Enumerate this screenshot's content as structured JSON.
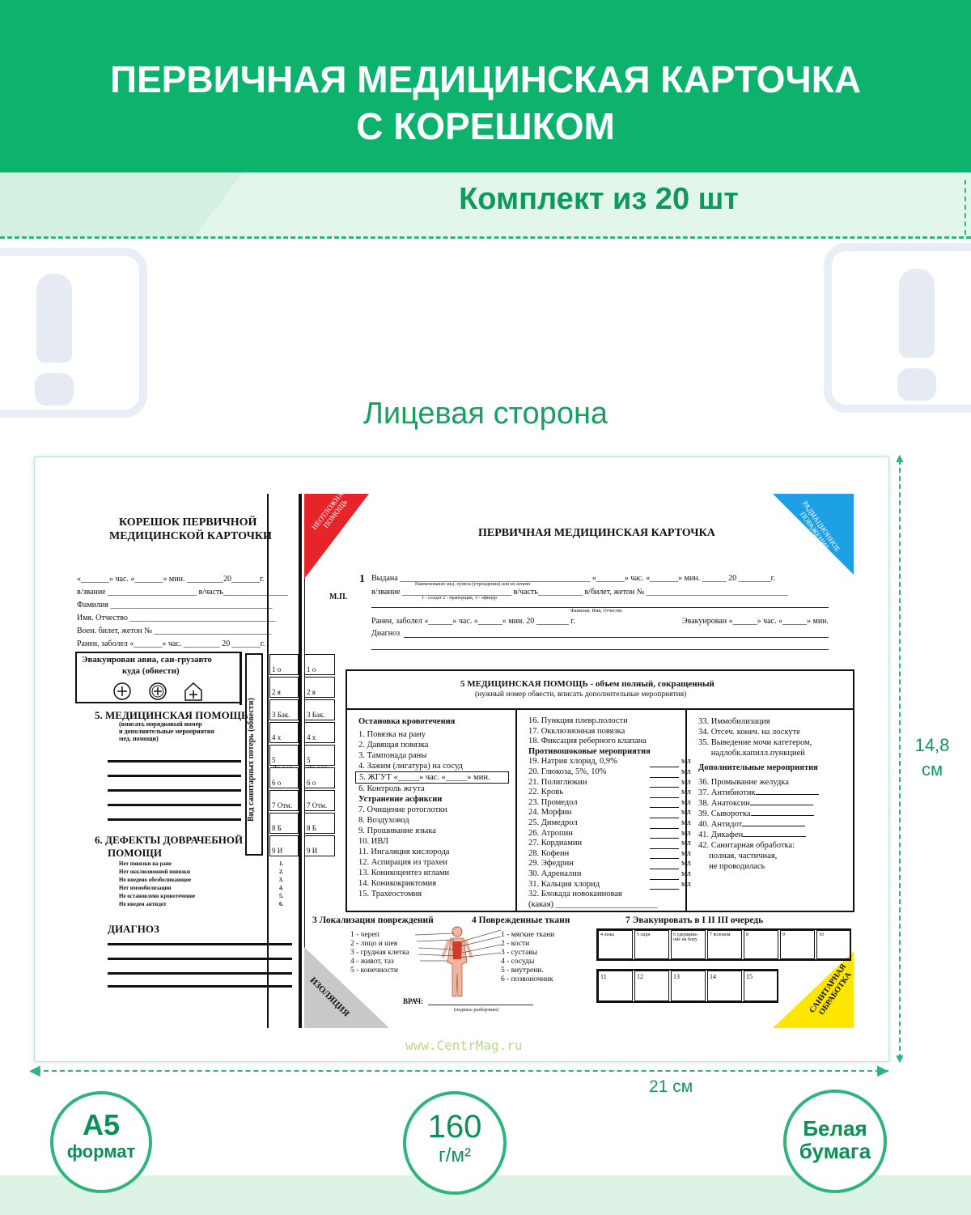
{
  "header": {
    "line1": "ПЕРВИЧНАЯ МЕДИЦИНСКАЯ КАРТОЧКА",
    "line2": "С КОРЕШКОМ"
  },
  "subtitle": "Комплект из 20 шт",
  "face_label": "Лицевая сторона",
  "dimensions": {
    "height_value": "14,8",
    "height_unit": "см",
    "width": "21 см"
  },
  "badges": [
    {
      "main": "А5",
      "sub": "формат"
    },
    {
      "main": "160",
      "sub": "г/м²"
    },
    {
      "main": "Белая",
      "sub": "бумага"
    }
  ],
  "watermark": "www.CentrMag.ru",
  "stub": {
    "title1": "КОРЕШОК ПЕРВИЧНОЙ",
    "title2": "МЕДИЦИНСКОЙ КАРТОЧКИ",
    "row1": "«_______» час.   «_______»  мин. _________20_______г.",
    "row2": "в/звание ______________________ в/часть________________",
    "row3": "Фамилия ________________________________________",
    "row4": "Имя. Отчество ____________________________________",
    "row5": "Воен. билет, жетон № _____________________________",
    "row6": "Ранен, заболел  «_______» час.  _________ 20 _______г.",
    "evac1": "Эвакуирован  авиа, сан-грузавто",
    "evac2": "куда (обвести)",
    "help_title": "5. МЕДИЦИНСКАЯ ПОМОЩЬ",
    "help_note1": "(вписать порядковый номер",
    "help_note2": "и дополнительные мероприятия",
    "help_note3": "мед. помощи)",
    "defects1": "6.  ДЕФЕКТЫ ДОВРАЧЕБНОЙ",
    "defects2": "ПОМОЩИ",
    "defects": [
      "Нет повязки на ране",
      "Нет окклюзионной повязки",
      "Не введено обезболивающее",
      "Нет иммобилизации",
      "Не остановлено кровотечение",
      "Не введен антидот"
    ],
    "defect_nums": [
      "1.",
      "2.",
      "3.",
      "4.",
      "5.",
      "6."
    ],
    "diagnosis": "ДИАГНОЗ",
    "vertical": "Вид санитарных потерь (обвести)"
  },
  "loss_types": [
    "1 о",
    "2 я",
    "3 Бак.",
    "4 х",
    "5 Др.вор.",
    "6 о",
    "7 Отм.",
    "8 Б",
    "9 И"
  ],
  "card": {
    "title": "ПЕРВИЧНАЯ МЕДИЦИНСКАЯ КАРТОЧКА",
    "corner_red": "НЕОТЛОЖНАЯ ПОМОЩЬ",
    "corner_blue": "РАДИАЦИОННОЕ ПОРАЖЕНИЕ",
    "corner_gray": "ИЗОЛЯЦИЯ",
    "corner_yellow": "САНИТАРНАЯ ОБРАБОТКА",
    "mp": "М.П.",
    "num1": "1",
    "issued": "Выдана _______________________________________________  «_______»  час.  «_______»  мин.  ______ 20 ________г.",
    "issued_note": "Наименование мед. пункта (учреждения) или их штамп",
    "rank": "в/звание ___________________________ в/часть___________  в/билет, жетон № ___________________________________",
    "rank_note": "1 - солдат 2 - прапорщик, 3 - офицер",
    "fio_note": "Фамилия, Имя, Отчество",
    "wounded": "Ранен, заболел  «______» час.  «______» мин.  20 ________ г.",
    "evacuated": "Эвакуирован «______» час.  «______» мин.",
    "diagnosis": "Диагноз",
    "help_title": "5 МЕДИЦИНСКАЯ ПОМОЩЬ - объем полный, сокращенный",
    "help_sub": "(нужный номер обвести, вписать дополнительные мероприятия)",
    "col1_head": "Остановка кровотечения",
    "col1": [
      "1. Повязка на рану",
      "2. Давящая повязка",
      "3. Тампонада раны",
      "4. Зажим (лигатура) на сосуд",
      "5. ЖГУТ «_____» час. «_____» мин.",
      "6. Контроль жгута"
    ],
    "col1_head2": "Устранение асфиксии",
    "col1b": [
      "7. Очищение ротоглотки",
      "8. Воздуховод",
      "9. Прошивание языка",
      "10. ИВЛ",
      "11. Ингаляция кислорода",
      "12. Аспирация из трахеи",
      "13. Коникоцентез иглами",
      "14. Коникокриктомия",
      "15. Трахеостомия"
    ],
    "col2a": [
      "16. Пункция плевр.полости",
      "17. Окклюзионная повязка",
      "18. Фиксация реберного клапана"
    ],
    "col2_head": "Противошоковые мероприятия",
    "col2b": [
      "19. Натрия хлорид, 0,9%",
      "20. Глюкоза, 5%, 10%",
      "21. Полиглюкин",
      "22. Кровь",
      "23. Промедол",
      "24. Морфин",
      "25. Димедрол",
      "26. Атропин",
      "27. Кордиамин",
      "28. Кофеин",
      "29. Эфедрин",
      "30. Адреналин",
      "31. Кальция хлорид"
    ],
    "ml": "мл",
    "col2c1": "32. Блокада новокаиновая",
    "col2c2": "(какая)",
    "col3a": [
      "33. Иммобилизация",
      "34. Отсеч. конеч. на лоскуте",
      "35. Выведение мочи катетером,",
      "      надлобк.капилл.пункцией"
    ],
    "col3_head": "Дополнительные мероприятия",
    "col3b": [
      "36. Промывание желудка",
      "37. Антибиотик",
      "38. Анатоксин",
      "39. Сыворотка",
      "40. Антидот",
      "41. Дикафен",
      "42. Санитарная обработка:",
      "     полная, частичная,",
      "     не проводилась"
    ],
    "loc_title": "3 Локализация повреждений",
    "tissue_title": "4 Поврежденные ткани",
    "evac_title": "7 Эвакуировать в  I  II  III  очередь",
    "loc": [
      "1 - череп",
      "2 - лицо и шея",
      "3 - грудная клетка",
      "4 - живот, таз",
      "5 - конечности"
    ],
    "tissues": [
      "1 - мягкие ткани",
      "2 - кости",
      "3 - суставы",
      "4 - сосуды",
      "5 - внутренн.",
      "6 - позвоночник"
    ],
    "evac_top": [
      "4 лежа",
      "5 сидя",
      "6 удержива-ние на боку",
      "7 волоком",
      "8",
      "9",
      "10"
    ],
    "evac_bottom": [
      "11",
      "12",
      "13",
      "14",
      "15"
    ],
    "doctor": "ВРАЧ:",
    "doctor_note": "(подпись разборчиво)"
  }
}
